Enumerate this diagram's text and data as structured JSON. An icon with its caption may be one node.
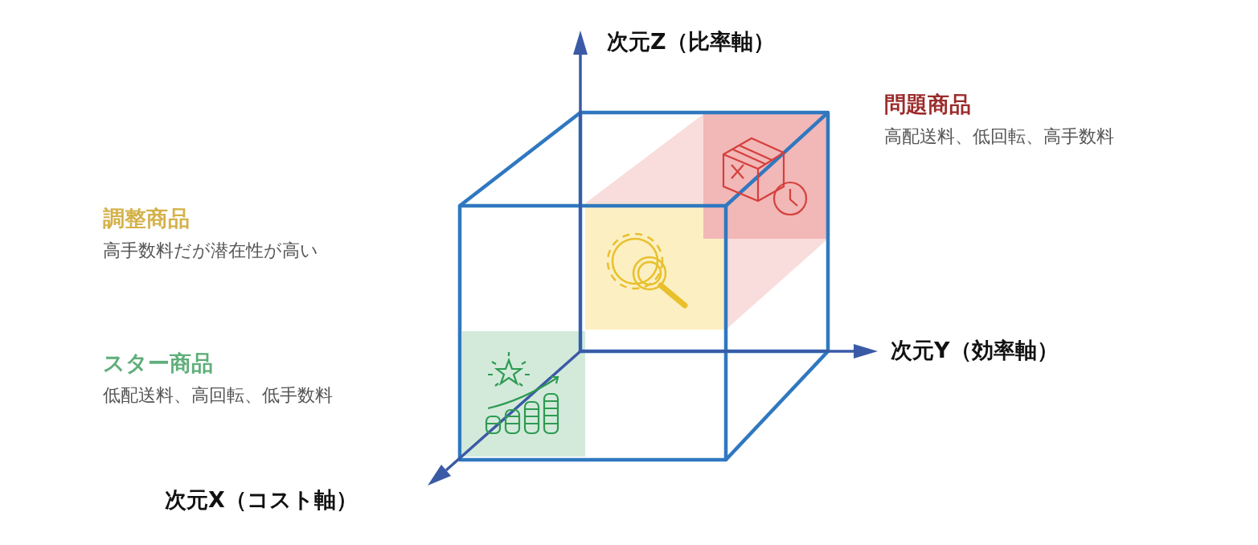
{
  "diagram": {
    "labels": [
      "次元Z（比率軸）",
      "問題商品",
      "高配送料、低回転、高手数料",
      "調整商品",
      "高手数料だが潜在性が高い",
      "次元Y（効率軸）",
      "スター商品",
      "低配送料、高回転、低手数料",
      "次元X（コスト軸）"
    ]
  }
}
